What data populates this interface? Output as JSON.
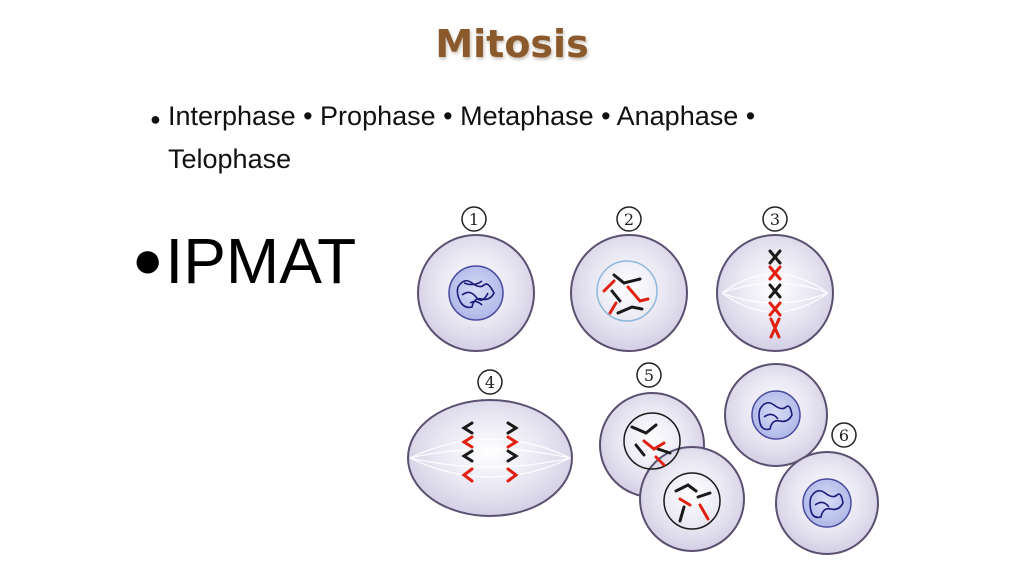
{
  "slide": {
    "title": "Mitosis",
    "bullet_char": "●",
    "phases_line1": "Interphase • Prophase • Metaphase • Anaphase •",
    "phases_line2": "Telophase",
    "mnemonic": "IPMAT"
  },
  "diagram": {
    "stage_numbers": [
      "1",
      "2",
      "3",
      "4",
      "5",
      "6"
    ],
    "colors": {
      "cell_fill": "#dcd8ec",
      "cell_outline": "#5c5070",
      "nucleus_fill": "#bcc4ec",
      "chromatin": "#1c1a7a",
      "chromosome_black": "#1a1a1a",
      "chromosome_red": "#e02010"
    }
  }
}
